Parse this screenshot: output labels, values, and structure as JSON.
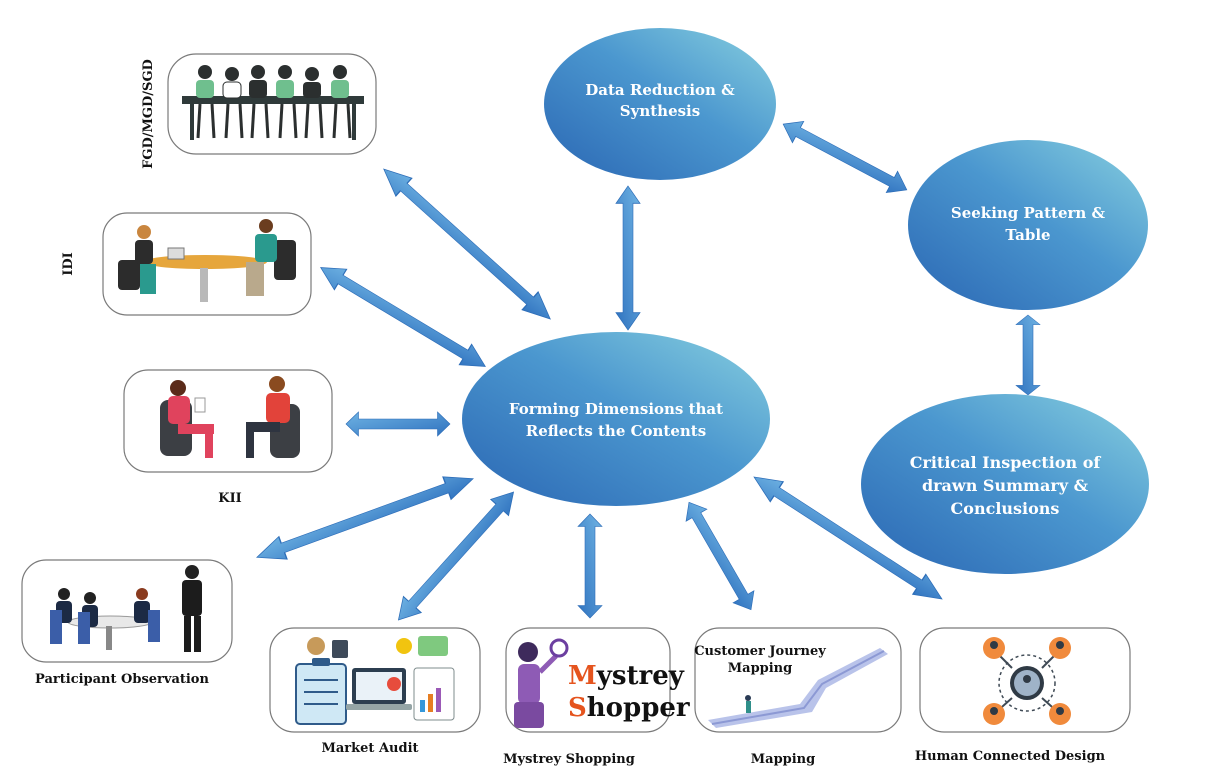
{
  "colors": {
    "ellipse_dark": "#2e6fba",
    "ellipse_light": "#7ec8dc",
    "arrow": "#4a8fd0",
    "mystrey_orange": "#e5541e",
    "text_dark": "#111111"
  },
  "nodes": {
    "data_reduction": {
      "line1": "Data Reduction &",
      "line2": "Synthesis"
    },
    "seeking_pattern": {
      "line1": "Seeking Pattern &",
      "line2": "Table"
    },
    "forming_dimensions": {
      "line1": "Forming Dimensions that",
      "line2": "Reflects the Contents"
    },
    "critical_inspection": {
      "line1": "Critical Inspection of",
      "line2": "drawn Summary &",
      "line3": "Conclusions"
    }
  },
  "methods": {
    "fgd": "FGD/MGD/SGD",
    "idi": "IDI",
    "kii": "KII",
    "participant_observation": "Participant Observation",
    "market_audit": "Market Audit",
    "mystrey_shopping": "Mystrey Shopping",
    "mapping": "Mapping",
    "human_connected_design": "Human Connected Design"
  },
  "card_text": {
    "mystrey_m": "M",
    "mystrey_rest": "ystrey",
    "shopper_s": "S",
    "shopper_rest": "hopper",
    "journey_line1": "Customer Journey",
    "journey_line2": "Mapping"
  }
}
